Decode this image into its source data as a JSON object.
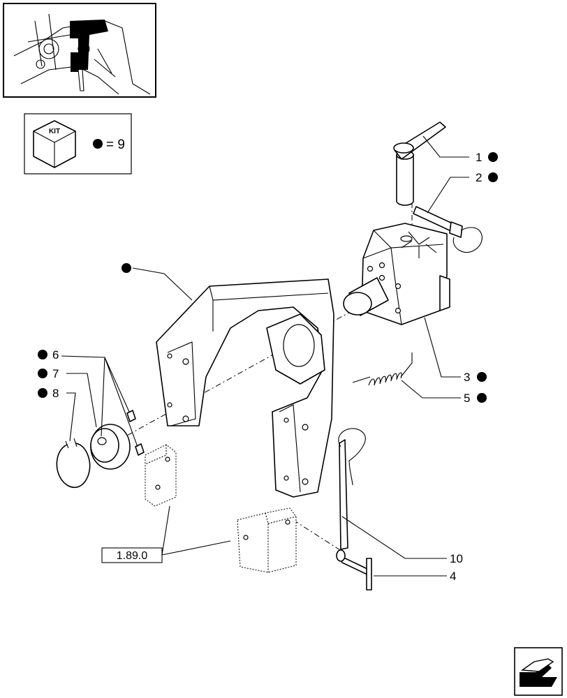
{
  "kit": {
    "box_label": "KIT",
    "eq_text": "= 9"
  },
  "callouts": [
    {
      "id": "1",
      "text": "1"
    },
    {
      "id": "2",
      "text": "2"
    },
    {
      "id": "3",
      "text": "3"
    },
    {
      "id": "5",
      "text": "5"
    },
    {
      "id": "6",
      "text": "6"
    },
    {
      "id": "7",
      "text": "7"
    },
    {
      "id": "8",
      "text": "8"
    },
    {
      "id": "10",
      "text": "10"
    },
    {
      "id": "4",
      "text": "4"
    }
  ],
  "reference": {
    "text": "1.89.0"
  },
  "nav": {
    "icon": "next-page-arrow-icon"
  }
}
